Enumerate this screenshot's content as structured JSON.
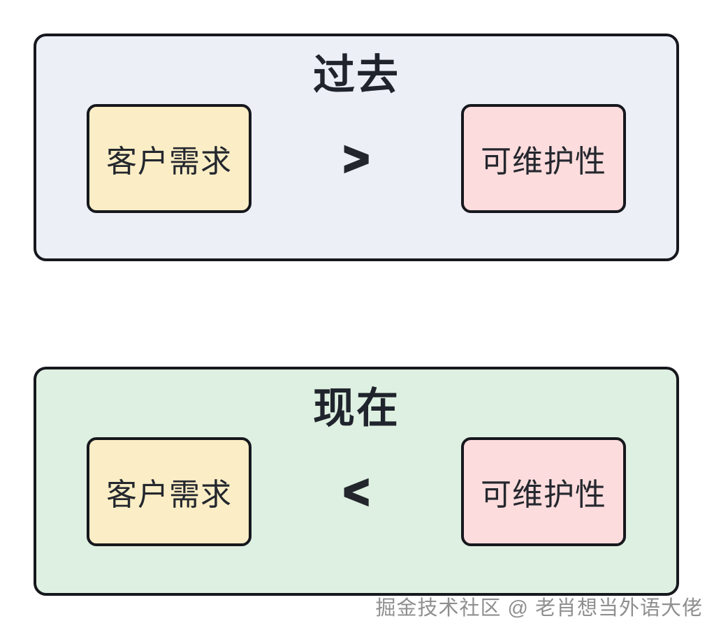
{
  "page": {
    "background": "#ffffff",
    "border_color": "#16181d",
    "text_color": "#20242c"
  },
  "sections": [
    {
      "id": "past",
      "title": "过去",
      "background": "#edeff7",
      "left_box": {
        "label": "客户需求",
        "background": "#fbeec6"
      },
      "operator": ">",
      "right_box": {
        "label": "可维护性",
        "background": "#fcdcdc"
      }
    },
    {
      "id": "present",
      "title": "现在",
      "background": "#def0e1",
      "left_box": {
        "label": "客户需求",
        "background": "#fbeec6"
      },
      "operator": "<",
      "right_box": {
        "label": "可维护性",
        "background": "#fcdcdc"
      }
    }
  ],
  "watermark": {
    "text": "掘金技术社区 @ 老肖想当外语大佬",
    "color": "#8f8f8f"
  }
}
